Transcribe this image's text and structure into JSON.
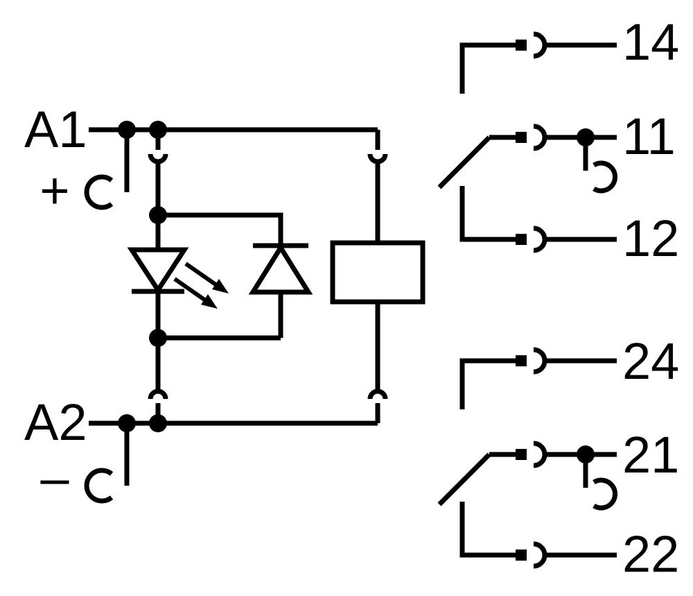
{
  "diagram": {
    "labels": {
      "a1": "A1",
      "plus": "+",
      "a2": "A2",
      "minus": "–",
      "t14": "14",
      "t11": "11",
      "t12": "12",
      "t24": "24",
      "t21": "21",
      "t22": "22"
    },
    "colors": {
      "line": "#000000",
      "background": "#ffffff"
    },
    "components": {
      "led": "led-indicator-diode",
      "diode": "freewheeling-suppression-diode",
      "coil": "relay-coil",
      "contact_top": "changeover-contact-14-11-12",
      "contact_bottom": "changeover-contact-24-21-22"
    }
  }
}
